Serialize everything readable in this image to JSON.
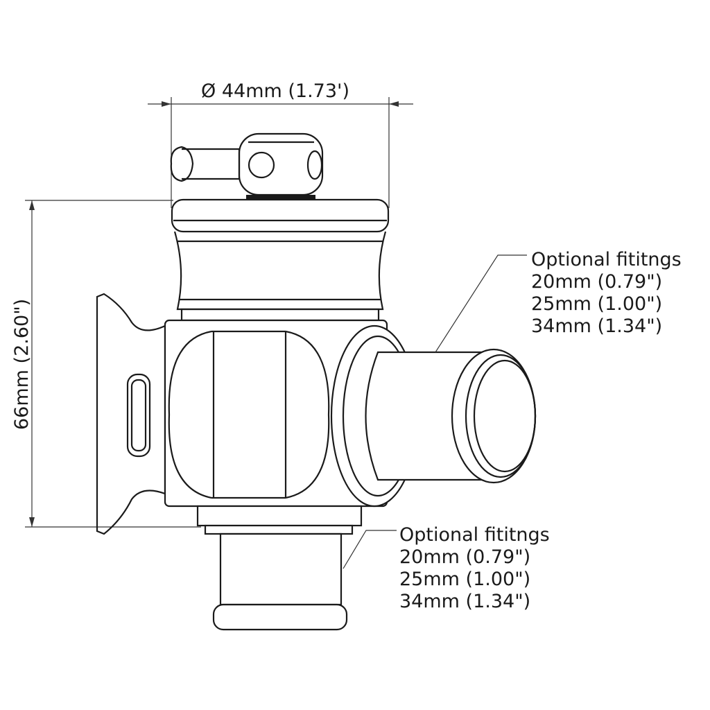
{
  "dimensions": {
    "width": "Ø 44mm (1.73')",
    "height": "66mm (2.60\")"
  },
  "callouts": [
    {
      "title": "Optional fititngs",
      "lines": [
        "20mm (0.79\")",
        "25mm (1.00\")",
        "34mm (1.34\")"
      ]
    },
    {
      "title": "Optional fititngs",
      "lines": [
        "20mm (0.79\")",
        "25mm (1.00\")",
        "34mm (1.34\")"
      ]
    }
  ],
  "colors": {
    "line": "#1a1a1a",
    "background": "#ffffff"
  }
}
